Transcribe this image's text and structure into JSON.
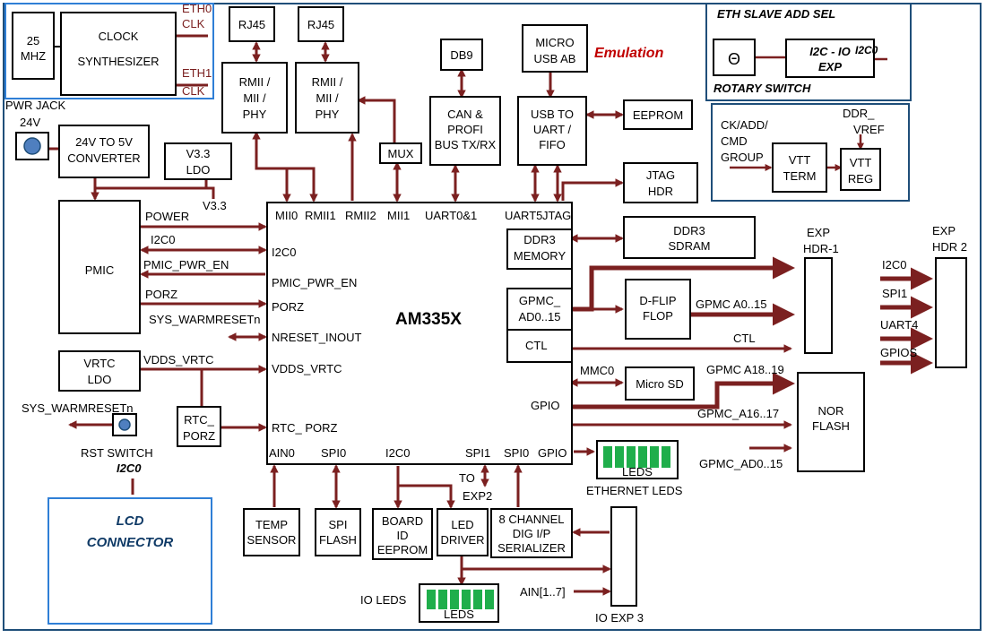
{
  "colors": {
    "frame": "#1f4e79",
    "bus": "#7b2020",
    "box_border": "#000000",
    "red_text": "#7b2020",
    "emulation": "#c00000",
    "led_green": "#1fae4b",
    "lcd_text": "#0f3a66"
  },
  "icons": {
    "knob": "circle-knob-icon",
    "jack": "power-jack-icon",
    "rotary": "rotary-switch-icon"
  },
  "clock": {
    "osc": [
      "25",
      "MHZ"
    ],
    "synth": [
      "CLOCK",
      "SYNTHESIZER"
    ],
    "eth0": [
      "ETH0",
      "CLK"
    ],
    "eth1": [
      "ETH1",
      "CLK"
    ]
  },
  "rj45_1": "RJ45",
  "rj45_2": "RJ45",
  "phy1": [
    "RMII /",
    "MII /",
    "PHY"
  ],
  "phy2": [
    "RMII /",
    "MII /",
    "PHY"
  ],
  "mux": "MUX",
  "db9": "DB9",
  "can": [
    "CAN &",
    "PROFI",
    "BUS TX/RX"
  ],
  "micro_usb": [
    "MICRO",
    "USB AB"
  ],
  "emulation": "Emulation",
  "usb_uart": [
    "USB TO",
    "UART /",
    "FIFO"
  ],
  "eeprom": "EEPROM",
  "jtag_hdr": [
    "JTAG",
    "HDR"
  ],
  "eth_slave": {
    "title": "ETH  SLAVE ADD SEL",
    "exp": [
      "I2C - IO",
      "EXP"
    ],
    "i2c0": "I2C0",
    "rotary": "ROTARY SWITCH",
    "theta": "Θ"
  },
  "vtt": {
    "group": [
      "CK/ADD/",
      "CMD",
      "GROUP"
    ],
    "term": [
      "VTT",
      "TERM"
    ],
    "ddr_vref": [
      "DDR_",
      "VREF"
    ],
    "reg": [
      "VTT",
      "REG"
    ]
  },
  "pwr_jack": "PWR JACK",
  "v24": "24V",
  "converter": [
    "24V TO 5V",
    "CONVERTER"
  ],
  "ldo": [
    "V3.3",
    "LDO"
  ],
  "v33": "V3.3",
  "pmic": "PMIC",
  "pmic_sigs": [
    "POWER",
    "I2C0",
    "PMIC_PWR_EN",
    "PORZ",
    "SYS_WARMRESETn"
  ],
  "vrtc_ldo": [
    "VRTC",
    "LDO"
  ],
  "vdds_vrtc": "VDDS_VRTC",
  "sys_warmreset": "SYS_WARMRESETn",
  "rst_switch": "RST SWITCH",
  "i2c0_lcd": "I2C0",
  "lcd": [
    "LCD",
    "CONNECTOR"
  ],
  "rtc_porz": [
    "RTC_",
    "PORZ"
  ],
  "am335x": {
    "title": "AM335X",
    "top_ports": [
      "MII0",
      "RMII1",
      "RMII2",
      "MII1",
      "UART0&1",
      "UART5",
      "JTAG"
    ],
    "left_ports": [
      "I2C0",
      "PMIC_PWR_EN",
      "PORZ",
      "NRESET_INOUT",
      "VDDS_VRTC",
      "RTC_ PORZ"
    ],
    "bottom_ports": [
      "AIN0",
      "SPI0",
      "I2C0",
      "SPI1",
      "SPI0",
      "GPIO"
    ],
    "right_ports": [
      "GPIO"
    ],
    "ddr3_mem": [
      "DDR3",
      "MEMORY"
    ],
    "gpmc": [
      "GPMC_",
      "AD0..15"
    ],
    "ctl": "CTL"
  },
  "ddr3_sdram": [
    "DDR3",
    "SDRAM"
  ],
  "dflip": [
    "D-FLIP",
    "FLOP"
  ],
  "gpmc_a015": "GPMC  A0..15",
  "ctl_sig": "CTL",
  "exp_hdr1": [
    "EXP",
    "HDR-1"
  ],
  "exp_hdr2": [
    "EXP",
    "HDR 2"
  ],
  "hdr2_sigs": [
    "I2C0",
    "SPI1",
    "UART4",
    "GPIOS"
  ],
  "mmc0": "MMC0",
  "micro_sd": "Micro SD",
  "gpmc_a1819": "GPMC  A18..19",
  "gpmc_a1617": "GPMC_A16..17",
  "gpmc_ad015": "GPMC_AD0..15",
  "nor": [
    "NOR",
    "FLASH"
  ],
  "leds": "LEDS",
  "eth_leds": "ETHERNET LEDS",
  "to_exp2": [
    "TO",
    "EXP2"
  ],
  "temp": [
    "TEMP",
    "SENSOR"
  ],
  "spi_flash": [
    "SPI",
    "FLASH"
  ],
  "board_id": [
    "BOARD",
    "ID",
    "EEPROM"
  ],
  "led_driver": [
    "LED",
    "DRIVER"
  ],
  "serializer": [
    "8 CHANNEL",
    "DIG I/P",
    "SERIALIZER"
  ],
  "io_leds_label": "IO LEDS",
  "io_leds": "LEDS",
  "ain17": "AIN[1..7]",
  "io_exp3": "IO EXP 3"
}
